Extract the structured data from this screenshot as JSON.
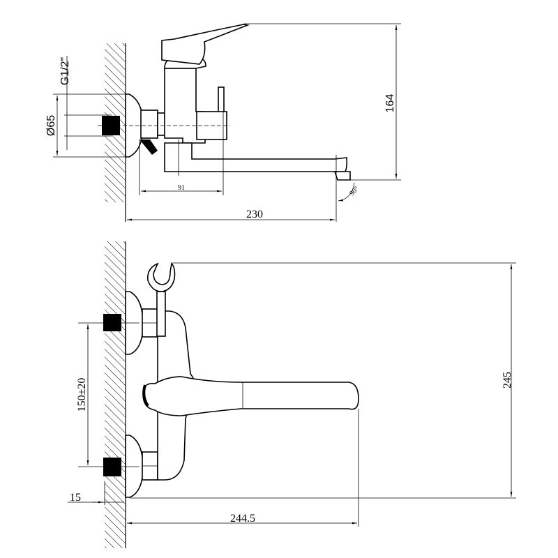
{
  "side_view": {
    "thread_label": "G1/2\"",
    "flange_diameter_label": "Ø65",
    "height_label": "164",
    "body_depth_label": "91",
    "spout_reach_label": "230",
    "spout_angle_label": "90°"
  },
  "front_view": {
    "total_height_label": "245",
    "inlet_spacing_label": "150±20",
    "eccentric_offset_label": "15",
    "handle_reach_label": "244.5"
  }
}
